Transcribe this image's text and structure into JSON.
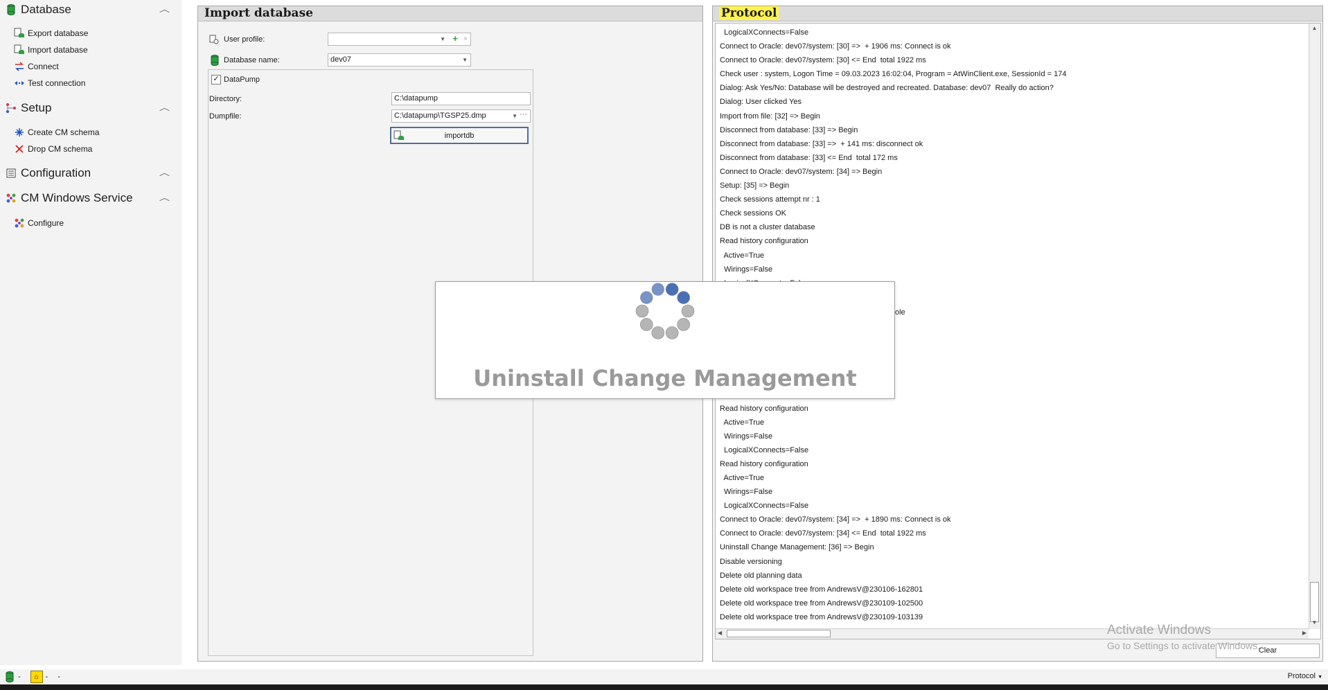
{
  "sidebar": {
    "groups": [
      {
        "title": "Database",
        "icon": "database-icon",
        "items": [
          {
            "label": "Export database",
            "icon": "export-database-icon"
          },
          {
            "label": "Import database",
            "icon": "import-database-icon"
          },
          {
            "label": "Connect",
            "icon": "connect-icon"
          },
          {
            "label": "Test connection",
            "icon": "test-connection-icon"
          }
        ]
      },
      {
        "title": "Setup",
        "icon": "setup-icon",
        "items": [
          {
            "label": "Create CM schema",
            "icon": "create-schema-icon"
          },
          {
            "label": "Drop CM schema",
            "icon": "drop-schema-icon"
          }
        ]
      },
      {
        "title": "Configuration",
        "icon": "configuration-icon",
        "items": []
      },
      {
        "title": "CM Windows Service",
        "icon": "windows-service-icon",
        "items": [
          {
            "label": "Configure",
            "icon": "configure-icon"
          }
        ]
      }
    ]
  },
  "import": {
    "title": "Import database",
    "user_profile_label": "User profile:",
    "user_profile_value": "",
    "database_name_label": "Database name:",
    "database_name_value": "dev07",
    "datapump_label": "DataPump",
    "datapump_checked": true,
    "directory_label": "Directory:",
    "directory_value": "C:\\datapump",
    "dumpfile_label": "Dumpfile:",
    "dumpfile_value": "C:\\datapump\\TGSP25.dmp",
    "button_label": "importdb"
  },
  "protocol": {
    "title": "Protocol",
    "clear_label": "Clear",
    "lines": [
      "  LogicalXConnects=False",
      "Connect to Oracle: dev07/system: [30] =>  + 1906 ms: Connect is ok",
      "Connect to Oracle: dev07/system: [30] <= End  total 1922 ms",
      "Check user : system, Logon Time = 09.03.2023 16:02:04, Program = AtWinClient.exe, SessionId = 174",
      "Dialog: Ask Yes/No: Database will be destroyed and recreated. Database: dev07  Really do action?",
      "Dialog: User clicked Yes",
      "Import from file: [32] => Begin",
      "Disconnect from database: [33] => Begin",
      "Disconnect from database: [33] =>  + 141 ms: disconnect ok",
      "Disconnect from database: [33] <= End  total 172 ms",
      "Connect to Oracle: dev07/system: [34] => Begin",
      "Setup: [35] => Begin",
      "Check sessions attempt nr : 1",
      "Check sessions OK",
      "DB is not a cluster database",
      "Read history configuration",
      "  Active=True",
      "  Wirings=False",
      "  LogicalXConnects=False",
      "",
      "",
      "",
      "",
      "",
      "",
      "",
      "",
      "Read history configuration",
      "  Active=True",
      "  Wirings=False",
      "  LogicalXConnects=False",
      "Read history configuration",
      "  Active=True",
      "  Wirings=False",
      "  LogicalXConnects=False",
      "Connect to Oracle: dev07/system: [34] =>  + 1890 ms: Connect is ok",
      "Connect to Oracle: dev07/system: [34] <= End  total 1922 ms",
      "Uninstall Change Management: [36] => Begin",
      "Disable versioning",
      "Delete old planning data",
      "Delete old workspace tree from AndrewsV@230106-162801",
      "Delete old workspace tree from AndrewsV@230109-102500",
      "Delete old workspace tree from AndrewsV@230109-103139"
    ],
    "partial_text": "ole"
  },
  "overlay": {
    "title": "Uninstall Change Management",
    "spinner_dots": 10
  },
  "watermark": {
    "line1": "Activate Windows",
    "line2": "Go to Settings to activate Windows."
  },
  "statusbar": {
    "db_status": "-",
    "lock_status": "-",
    "extra": "-",
    "protocol_menu": "Protocol"
  },
  "colors": {
    "protocol_highlight": "#fff34d",
    "focus_border": "#4c6e9a",
    "spinner_active": "#4a6fb5",
    "spinner_idle": "#b5b5b5"
  }
}
